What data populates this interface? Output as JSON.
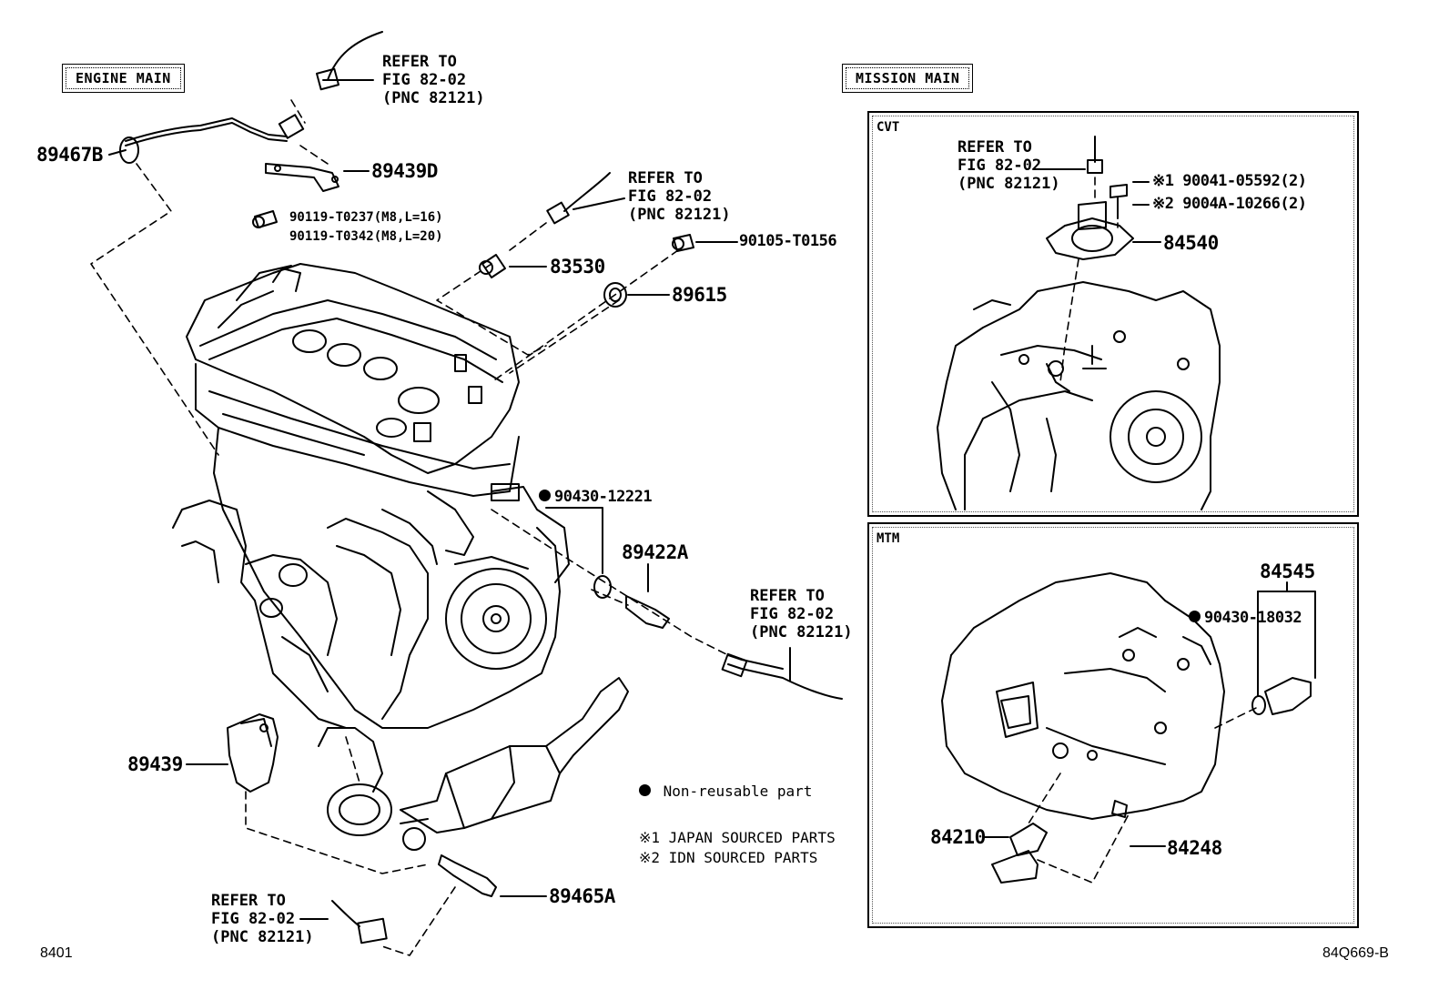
{
  "headers": {
    "engine_main": "ENGINE MAIN",
    "mission_main": "MISSION MAIN"
  },
  "sections": {
    "cvt": "CVT",
    "mtm": "MTM"
  },
  "refer": {
    "line1": "REFER TO",
    "line2": "FIG 82-02",
    "line3": "(PNC 82121)"
  },
  "parts": {
    "p89467B": "89467B",
    "p89439D": "89439D",
    "bolt1": "90119-T0237",
    "bolt1_spec": "(M8,L=16)",
    "bolt2": "90119-T0342",
    "bolt2_spec": "(M8,L=20)",
    "p83530": "83530",
    "p90105": "90105-T0156",
    "p89615": "89615",
    "p90430_12221": "90430-12221",
    "p89422A": "89422A",
    "p89439": "89439",
    "p89465A": "89465A",
    "cvt_bolt1": "90041-05592(2)",
    "cvt_bolt2": "9004A-10266(2)",
    "p84540": "84540",
    "p84545": "84545",
    "p90430_18032": "90430-18032",
    "p84210": "84210",
    "p84248": "84248"
  },
  "notes": {
    "mark1": "※1",
    "mark2": "※2",
    "nonreusable": "Non-reusable part",
    "japan": "※1 JAPAN SOURCED  PARTS",
    "idn": "※2 IDN SOURCED  PARTS"
  },
  "footer": {
    "left": "8401",
    "right": "84Q669-B"
  }
}
